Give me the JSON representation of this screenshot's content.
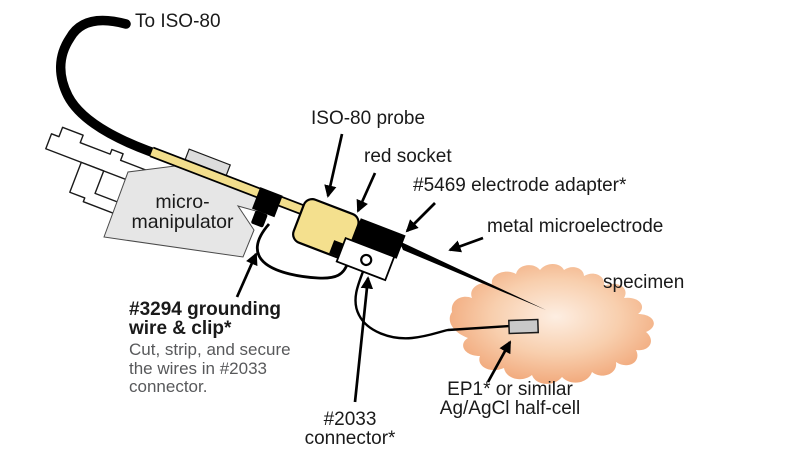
{
  "diagram": {
    "title": "ISO-80 electrode setup diagram",
    "labels": {
      "cable": "To ISO-80",
      "manipulator_line1": "micro-",
      "manipulator_line2": "manipulator",
      "probe": "ISO-80 probe",
      "socket": "red socket",
      "adapter": "#5469 electrode adapter*",
      "electrode": "metal microelectrode",
      "specimen": "specimen",
      "grounding_line1": "#3294 grounding",
      "grounding_line2": "wire & clip*",
      "grounding_note_line1": "Cut, strip, and secure",
      "grounding_note_line2": "the wires in #2033",
      "grounding_note_line3": "connector.",
      "connector_line1": "#2033",
      "connector_line2": "connector*",
      "halfcell_line1": "EP1* or similar",
      "halfcell_line2": "Ag/AgCl half-cell"
    },
    "colors": {
      "cable_yellow": "#F2DE8C",
      "probe_yellow": "#F4E08E",
      "socket_red": "#E32226",
      "manipulator_gray": "#E6E6E6",
      "clamp_gray": "#DCDCDC",
      "halfcell_gray": "#C9C9C9",
      "specimen_center": "#FDEEE2",
      "specimen_mid": "#F8CFAE",
      "specimen_edge": "#F0A171",
      "ink": "#1A1A1A",
      "note_gray": "#58595B"
    }
  }
}
